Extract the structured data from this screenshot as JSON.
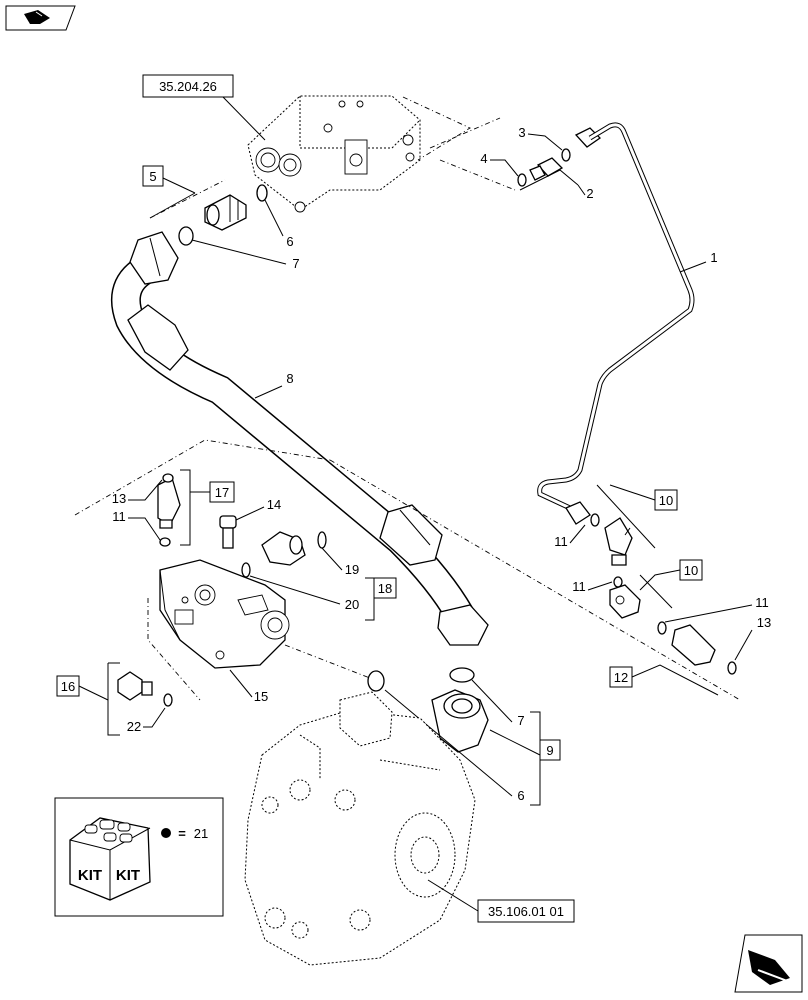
{
  "nav": {
    "back_icon": "back-hand-arrow-icon",
    "next_icon": "forward-hand-arrow-icon"
  },
  "references": {
    "top_valve": "35.204.26",
    "pump": "35.106.01 01"
  },
  "callouts": {
    "c1": "1",
    "c2": "2",
    "c3": "3",
    "c4": "4",
    "c5": "5",
    "c6a": "6",
    "c6b": "6",
    "c7a": "7",
    "c7b": "7",
    "c8": "8",
    "c9": "9",
    "c10a": "10",
    "c10b": "10",
    "c11a": "11",
    "c11b": "11",
    "c11c": "11",
    "c11d": "11",
    "c12": "12",
    "c13a": "13",
    "c13b": "13",
    "c14": "14",
    "c15": "15",
    "c16": "16",
    "c17": "17",
    "c18": "18",
    "c19": "19",
    "c20": "20",
    "c22": "22"
  },
  "kit": {
    "label_1": "KIT",
    "label_2": "KIT",
    "equals": "=",
    "number": "21"
  }
}
